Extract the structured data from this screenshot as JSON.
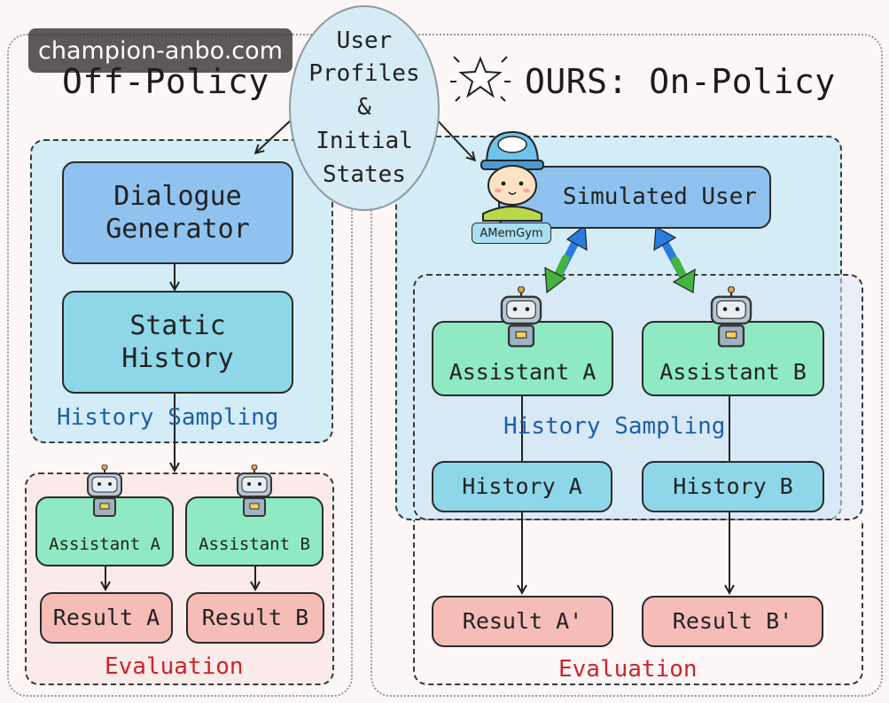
{
  "watermark": "champion-anbo.com",
  "center": {
    "text": "User\nProfiles\n&\nInitial\nStates"
  },
  "left": {
    "title": "Off-Policy",
    "dialogue_generator": "Dialogue\nGenerator",
    "static_history": "Static\nHistory",
    "history_sampling": "History Sampling",
    "assistant_a": "Assistant A",
    "assistant_b": "Assistant B",
    "result_a": "Result A",
    "result_b": "Result B",
    "evaluation": "Evaluation"
  },
  "right": {
    "title": "OURS: On-Policy",
    "simulated_user": "Simulated User",
    "user_tag": "AMemGym",
    "assistant_a": "Assistant A",
    "assistant_b": "Assistant B",
    "history_sampling": "History Sampling",
    "history_a": "History A",
    "history_b": "History B",
    "result_a": "Result A'",
    "result_b": "Result B'",
    "evaluation": "Evaluation"
  }
}
